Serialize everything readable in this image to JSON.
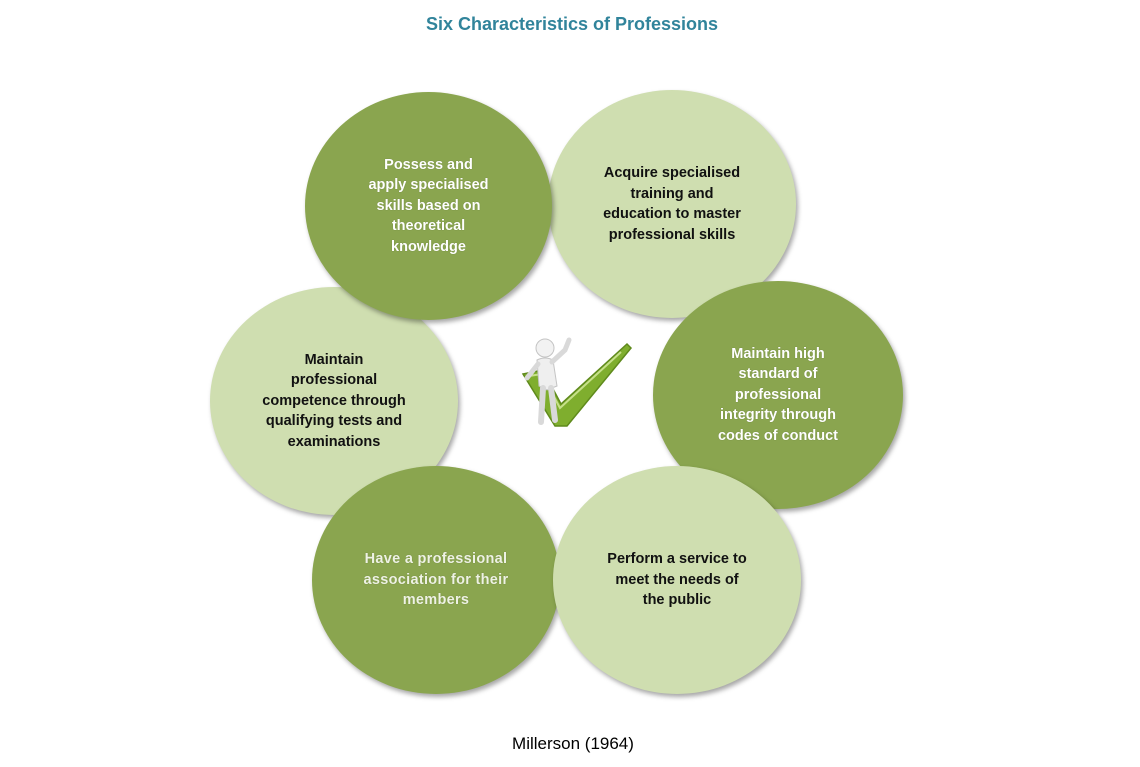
{
  "title": "Six Characteristics of Professions",
  "characteristics": [
    "Possess and apply specialised skills based on theoretical knowledge",
    "Acquire specialised training and education to master professional skills",
    "Maintain high standard of professional integrity through codes of conduct",
    "Perform a service to meet the needs of the public",
    "Have a professional association for their members",
    "Maintain professional competence through qualifying tests and examinations"
  ],
  "center_icon": "person-with-checkmark-icon",
  "citation": "Millerson (1964)",
  "colors": {
    "title": "#31849b",
    "dark_green": "#8aa54f",
    "light_green": "#cfdeb0",
    "check_green": "#7fae2e"
  }
}
